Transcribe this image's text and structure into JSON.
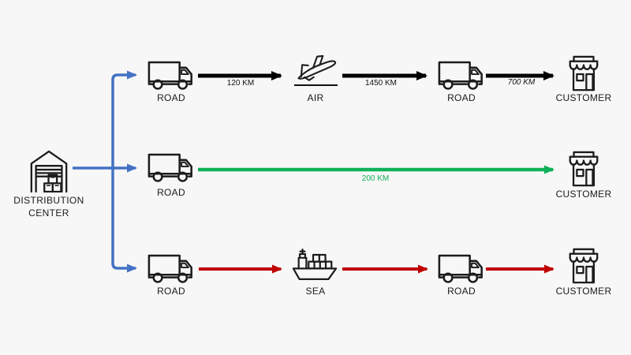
{
  "background": "#f7f7f7",
  "colors": {
    "blue_connector": "#4472C4",
    "black_arrow": "#000000",
    "green_arrow": "#10B158",
    "red_arrow": "#C00000",
    "icon_stroke": "#1c1c1c",
    "text": "#1a1a1a"
  },
  "distribution_center": {
    "icon": "warehouse-icon",
    "label_line1": "DISTRIBUTION",
    "label_line2": "CENTER"
  },
  "routes": [
    {
      "name": "route-air",
      "nodes": [
        {
          "icon": "truck-icon",
          "label": "ROAD"
        },
        {
          "icon": "airplane-icon",
          "label": "AIR"
        },
        {
          "icon": "truck-icon",
          "label": "ROAD"
        },
        {
          "icon": "storefront-icon",
          "label": "CUSTOMER"
        }
      ],
      "edges": [
        {
          "label": "120 KM",
          "color": "black"
        },
        {
          "label": "1450 KM",
          "color": "black"
        },
        {
          "label": "700 KM",
          "color": "black",
          "style": "italic"
        }
      ]
    },
    {
      "name": "route-direct",
      "nodes": [
        {
          "icon": "truck-icon",
          "label": "ROAD"
        },
        {
          "icon": "storefront-icon",
          "label": "CUSTOMER"
        }
      ],
      "edges": [
        {
          "label": "200 KM",
          "color": "green"
        }
      ]
    },
    {
      "name": "route-sea",
      "nodes": [
        {
          "icon": "truck-icon",
          "label": "ROAD"
        },
        {
          "icon": "cargo-ship-icon",
          "label": "SEA"
        },
        {
          "icon": "truck-icon",
          "label": "ROAD"
        },
        {
          "icon": "storefront-icon",
          "label": "CUSTOMER"
        }
      ],
      "edges": [
        {
          "color": "red"
        },
        {
          "color": "red"
        },
        {
          "color": "red"
        }
      ]
    }
  ]
}
